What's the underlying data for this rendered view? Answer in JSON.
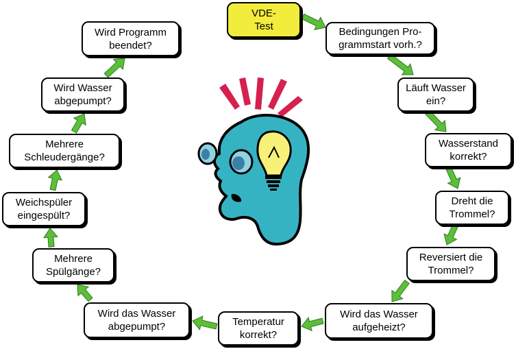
{
  "colors": {
    "start_fill": "#f2ec3c",
    "box_fill": "#ffffff",
    "arrow": "#5bbf3a",
    "head_fill": "#35b3c3",
    "bulb": "#f7f17a",
    "exclaim": "#d6204f"
  },
  "icons": {
    "arrows": "right-arrow-icon",
    "center": "thinking-head-with-lightbulb-icon"
  },
  "flow": {
    "start": "VDE-\nTest",
    "steps": [
      "Bedingungen Pro-\ngrammstart vorh.?",
      "Läuft Wasser\nein?",
      "Wasserstand\nkorrekt?",
      "Dreht die\nTrommel?",
      "Reversiert die\nTrommel?",
      "Wird das Wasser\naufgeheizt?",
      "Temperatur\nkorrekt?",
      "Wird das Wasser\nabgepumpt?",
      "Mehrere\nSpülgänge?",
      "Weichspüler\neingespült?",
      "Mehrere\nSchleudergänge?",
      "Wird Wasser\nabgepumpt?",
      "Wird Programm\nbeendet?"
    ]
  }
}
